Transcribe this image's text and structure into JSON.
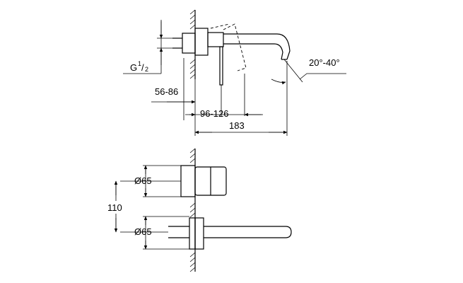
{
  "dimensions": {
    "thread": {
      "main": "G",
      "numerator": "1",
      "denominator": "2"
    },
    "wall_range": "56-86",
    "lever_range": "96-126",
    "projection": "183",
    "angle_range": "20°-40°",
    "height": "110",
    "diameter_upper": "Ø65",
    "diameter_lower": "Ø65"
  }
}
